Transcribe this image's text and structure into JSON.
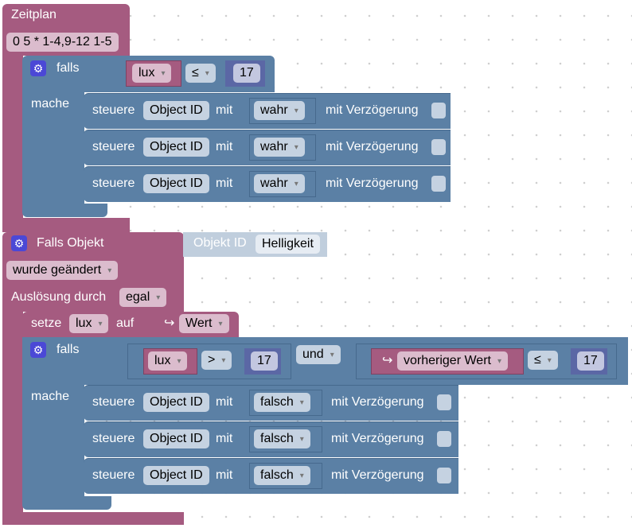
{
  "schedule": {
    "title": "Zeitplan",
    "cron": "0 5 * 1-4,9-12 1-5"
  },
  "if1": {
    "falls": "falls",
    "mache": "mache",
    "var": "lux",
    "op": "≤",
    "num": "17",
    "rows": [
      {
        "cmd": "steuere",
        "obj": "Object ID",
        "mit": "mit",
        "val": "wahr",
        "delay": "mit Verzögerung"
      },
      {
        "cmd": "steuere",
        "obj": "Object ID",
        "mit": "mit",
        "val": "wahr",
        "delay": "mit Verzögerung"
      },
      {
        "cmd": "steuere",
        "obj": "Object ID",
        "mit": "mit",
        "val": "wahr",
        "delay": "mit Verzögerung"
      }
    ]
  },
  "trigger": {
    "title": "Falls Objekt",
    "objlabel": "Objekt ID",
    "obj": "Helligkeit",
    "changed": "wurde geändert",
    "by": "Auslösung durch",
    "egal": "egal"
  },
  "set": {
    "setze": "setze",
    "var": "lux",
    "auf": "auf",
    "arrow": "↪",
    "val": "Wert"
  },
  "if2": {
    "falls": "falls",
    "mache": "mache",
    "var": "lux",
    "op1": "&gt;",
    "num1": "17",
    "and": "und",
    "arrow": "↪",
    "prev": "vorheriger Wert",
    "op2": "≤",
    "num2": "17",
    "rows": [
      {
        "cmd": "steuere",
        "obj": "Object ID",
        "mit": "mit",
        "val": "falsch",
        "delay": "mit Verzögerung"
      },
      {
        "cmd": "steuere",
        "obj": "Object ID",
        "mit": "mit",
        "val": "falsch",
        "delay": "mit Verzögerung"
      },
      {
        "cmd": "steuere",
        "obj": "Object ID",
        "mit": "mit",
        "val": "falsch",
        "delay": "mit Verzögerung"
      }
    ]
  }
}
